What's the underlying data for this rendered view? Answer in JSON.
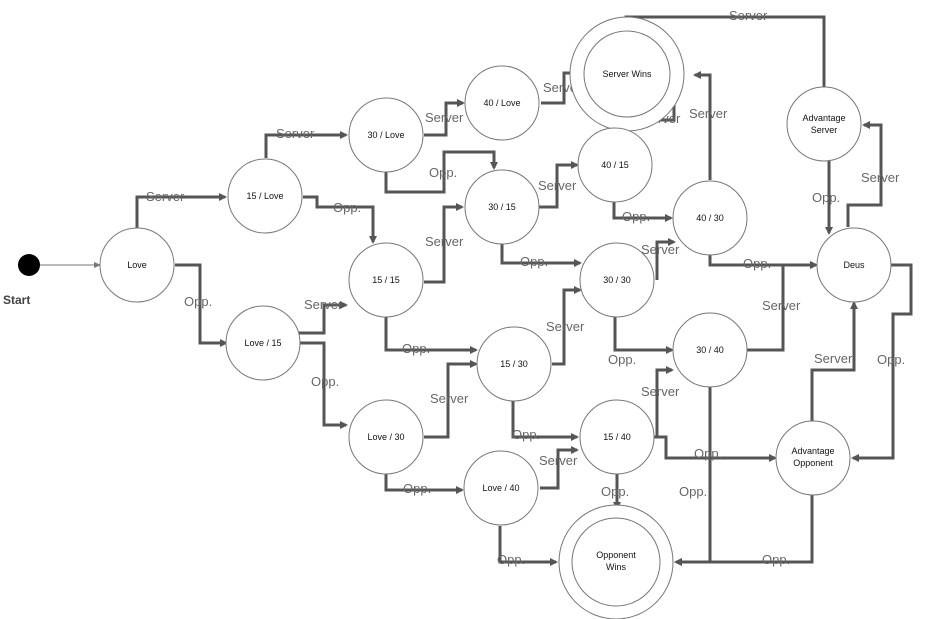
{
  "diagram": {
    "start_label": "Start",
    "nodes": {
      "love": "Love",
      "n15_love": "15 / Love",
      "love_15": "Love / 15",
      "n30_love": "30 / Love",
      "n15_15": "15 / 15",
      "love_30": "Love / 30",
      "n40_love": "40 / Love",
      "n30_15": "30 / 15",
      "n15_30": "15 / 30",
      "love_40": "Love / 40",
      "server_wins": "Server Wins",
      "n40_15": "40 / 15",
      "n30_30": "30 / 30",
      "n15_40": "15 / 40",
      "opponent_wins": [
        "Opponent",
        "Wins"
      ],
      "n40_30": "40 / 30",
      "n30_40": "30 / 40",
      "advantage_server": [
        "Advantage",
        "Server"
      ],
      "deus": "Deus",
      "advantage_opponent": [
        "Advantage",
        "Opponent"
      ]
    },
    "edge_labels": {
      "server": "Server",
      "opp": "Opp."
    }
  }
}
